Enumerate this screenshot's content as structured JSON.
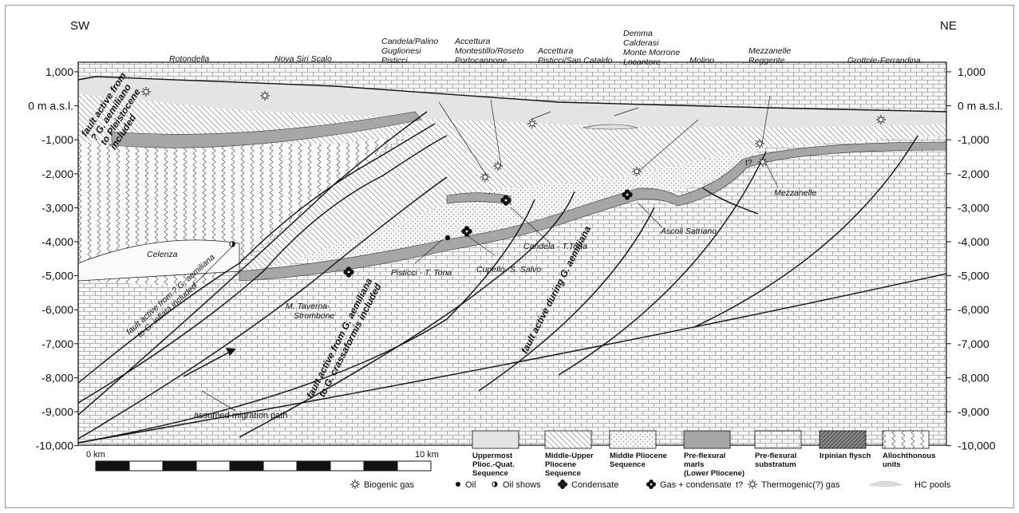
{
  "header": {
    "left": "SW",
    "right": "NE"
  },
  "axis": {
    "left_ticks": [
      "1,000",
      "0 m a.s.l.",
      "-1,000",
      "-2,000",
      "-3,000",
      "-4,000",
      "-5,000",
      "-6,000",
      "-7,000",
      "-8,000",
      "-9,000",
      "-10,000"
    ],
    "right_ticks": [
      "1,000",
      "0 m a.s.l.",
      "-1,000",
      "-2,000",
      "-3,000",
      "-4,000",
      "-5,000",
      "-6,000",
      "-7,000",
      "-8,000",
      "-9,000",
      "-10,000"
    ]
  },
  "wells": {
    "rotondella": "Rotondella",
    "nova_siri": "Nova Siri Scalo",
    "candela_1": "Candela/Palino",
    "candela_2": "Guglionesi",
    "candela_3": "Pisticci",
    "acc1_1": "Accettura",
    "acc1_2": "Montestillo/Roseto",
    "acc1_3": "Portocannone",
    "acc2_1": "Accettura",
    "acc2_2": "Pisticci/San Cataldo",
    "demma_1": "Demma",
    "demma_2": "Calderasi",
    "demma_3": "Monte Morrone",
    "demma_4": "Locantore",
    "molino": "Molino",
    "mez_1": "Mezzanelle",
    "mez_2": "Reggente",
    "grottole": "Grottole-Ferrandina"
  },
  "fields": {
    "celenza": "Celenza",
    "mtaverna_1": "M. Taverna-",
    "mtaverna_2": "Strombone",
    "pisticci": "Pisticci - T. Tona",
    "cupello": "Cupello- S. Salvo",
    "candela": "Candela - T.Tona",
    "ascoli": "Ascoli Satriano",
    "mezzanelle": "Mezzanelle"
  },
  "faults": {
    "f1_1": "fault active from",
    "f1_2": "? G. aemiliano",
    "f1_3": "to Pleistocene",
    "f1_4": "included",
    "f2_1": "fault active from ? G. aemiliana",
    "f2_2": "to G. inflata included",
    "f3_1": "fault active from G. aemiliana",
    "f3_2": "to G. crassaformis included",
    "f4": "fault active during G. aemiliana"
  },
  "migration": "assumed migration path",
  "scale": {
    "start": "0 km",
    "end": "10 km"
  },
  "legend_units": [
    {
      "l1": "Uppermost",
      "l2": "Plioc.-Quat.",
      "l3": "Sequence"
    },
    {
      "l1": "Middle-Upper",
      "l2": "Pliocene",
      "l3": "Sequence"
    },
    {
      "l1": "Middle Pliocene",
      "l2": "Sequence",
      "l3": ""
    },
    {
      "l1": "Pre-flexural",
      "l2": "marls",
      "l3": "(Lower Pliocene)"
    },
    {
      "l1": "Pre-flexural",
      "l2": "substratum",
      "l3": ""
    },
    {
      "l1": "Irpinian flysch",
      "l2": "",
      "l3": ""
    },
    {
      "l1": "Allochthonous",
      "l2": "units",
      "l3": ""
    }
  ],
  "legend_symbols": {
    "biogenic": "Biogenic gas",
    "oil": "Oil",
    "oil_shows": "Oil shows",
    "condensate": "Condensate",
    "gas_cond": "Gas + condensate",
    "thermo_prefix": "t?",
    "thermo": "Thermogenic(?) gas",
    "hc": "HC pools"
  },
  "colors": {
    "marls": "#a6a6a6",
    "uppermost": "#e2e2e2",
    "ink": "#111111"
  }
}
